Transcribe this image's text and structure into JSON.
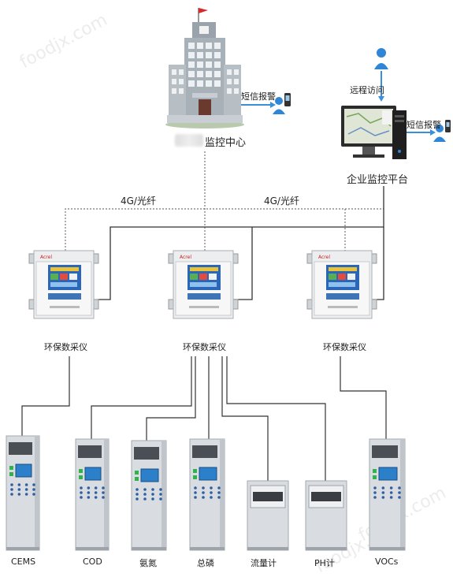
{
  "top": {
    "center_label": "监控中心",
    "sms_label_left": "短信报警",
    "remote_label": "远程访问",
    "sms_label_right": "短信报警",
    "platform_label": "企业监控平台"
  },
  "links": {
    "left": "4G/光纤",
    "right": "4G/光纤"
  },
  "collectors": [
    {
      "label": "环保数采仪",
      "brand": "Acrel"
    },
    {
      "label": "环保数采仪",
      "brand": "Acrel"
    },
    {
      "label": "环保数采仪",
      "brand": "Acrel"
    }
  ],
  "devices": [
    {
      "label": "CEMS"
    },
    {
      "label": "COD"
    },
    {
      "label": "氨氮"
    },
    {
      "label": "总磷"
    },
    {
      "label": "流量计"
    },
    {
      "label": "PH计"
    },
    {
      "label": "VOCs"
    }
  ],
  "watermarks": [
    "foodjx.com",
    "foodjx.com",
    "foodjx.com"
  ],
  "colors": {
    "line": "#3a3a3a",
    "dotted": "#777777",
    "cabinet": "#d9dde1",
    "screen": "#2c7fc9",
    "person": "#2f86d6"
  }
}
